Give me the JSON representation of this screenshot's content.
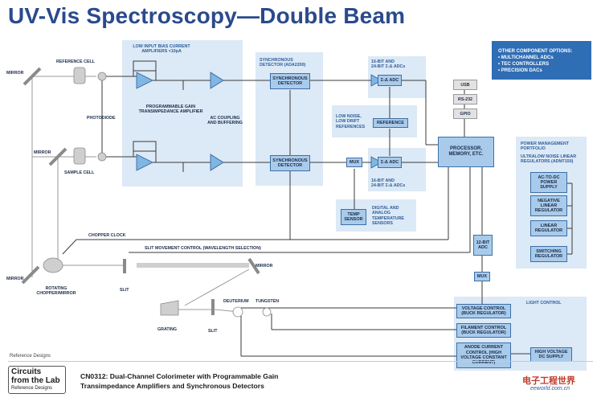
{
  "title": "UV-Vis Spectroscopy—Double Beam",
  "options_box": {
    "heading": "OTHER COMPONENT OPTIONS:",
    "items": [
      "• MULTICHANNEL ADCs",
      "• TEC CONTROLLERS",
      "• PRECISION DACs"
    ]
  },
  "labels": {
    "mirror_top": "MIRROR",
    "reference_cell": "REFERENCE CELL",
    "photodiode": "PHOTODIODE",
    "mirror_mid": "MIRROR",
    "sample_cell": "SAMPLE CELL",
    "low_input_bias": "LOW INPUT BIAS CURRENT\nAMPLIFIERS <10pA",
    "pga": "PROGRAMMABLE GAIN\nTRANSIMPEDANCE AMPLIFIER",
    "ac_coupling": "AC COUPLING\nAND BUFFERING",
    "sync_detector_heading": "SYNCHRONOUS\nDETECTOR (ADA2200)",
    "adc_heading_top": "16-BIT AND\n24-BIT Σ-Δ ADCs",
    "adc_heading_bottom": "16-BIT AND\n24-BIT Σ-Δ ADCs",
    "low_noise": "LOW NOISE,\nLOW DRIFT\nREFERENCES",
    "temp_sensors": "DIGITAL AND\nANALOG\nTEMPERATURE\nSENSORS",
    "power_mgmt": "POWER MANAGEMENT\nPORTFOLIO",
    "ultralow_noise": "ULTRALOW NOISE LINEAR\nREGULATORS (ADM7150)",
    "chopper_clock": "CHOPPER CLOCK",
    "slit_movement": "SLIT MOVEMENT CONTROL (WAVELENGTH SELECTION)",
    "mirror_bottom_left": "MIRROR",
    "rotating_chopper": "ROTATING\nCHOPPER/MIRROR",
    "slit_upper": "SLIT",
    "mirror_right": "MIRROR",
    "grating": "GRATING",
    "slit_lower": "SLIT",
    "deuterium": "DEUTERIUM",
    "tungsten": "TUNGSTEN",
    "light_control": "LIGHT CONTROL",
    "reference_designs": "Reference Designs"
  },
  "boxes": {
    "sync_top": "SYNCHRONOUS\nDETECTOR",
    "sync_bottom": "SYNCHRONOUS\nDETECTOR",
    "adc_top": "Σ-Δ ADC",
    "adc_bottom": "Σ-Δ ADC",
    "reference": "REFERENCE",
    "mux_mid": "MUX",
    "temp_sensor": "TEMP\nSENSOR",
    "processor": "PROCESSOR,\nMEMORY, ETC.",
    "usb": "USB",
    "rs232": "RS-232",
    "gpio": "GPIO",
    "ac_dc": "AC-TO-DC\nPOWER\nSUPPLY",
    "neg_linear": "NEGATIVE\nLINEAR\nREGULATOR",
    "linear": "LINEAR\nREGULATOR",
    "switching": "SWITCHING\nREGULATOR",
    "adc12": "12-BIT\nADC",
    "mux_low": "MUX",
    "voltage_control": "VOLTAGE CONTROL\n(BUCK REGULATOR)",
    "filament_control": "FILAMENT CONTROL\n(BUCK REGULATOR)",
    "anode_control": "ANODE CURRENT\nCONTROL (HIGH\nVOLTAGE CONSTANT\nCURRENT)",
    "hv_supply": "HIGH VOLTAGE\nDC SUPPLY"
  },
  "footer": {
    "logo_line1": "Circuits",
    "logo_line2": "from the Lab",
    "logo_line3": "Reference Designs",
    "title_line1": "CN0312: Dual-Channel Colorimeter with Programmable Gain",
    "title_line2": "Transimpedance Amplifiers and Synchronous Detectors"
  },
  "watermark": {
    "text": "电子工程世界",
    "url": "eeworld.com.cn"
  },
  "colors": {
    "title": "#2a4a8c",
    "region_fill": "#dce9f6",
    "box_fill": "#a9cbeb",
    "options_fill": "#2f6db4",
    "wire": "#3a3a3a"
  }
}
